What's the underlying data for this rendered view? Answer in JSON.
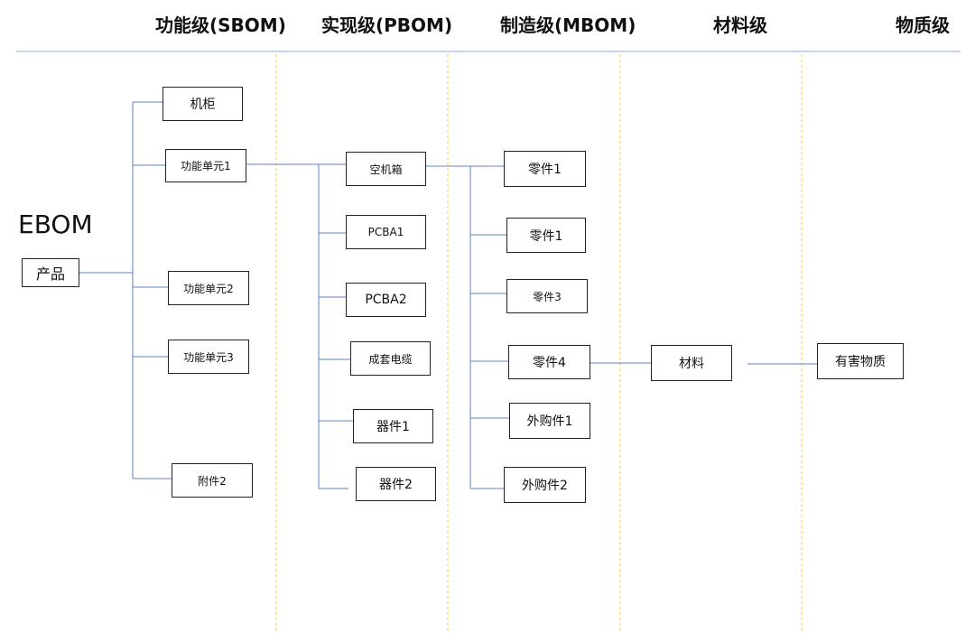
{
  "columns": [
    "功能级(SBOM)",
    "实现级(PBOM)",
    "制造级(MBOM)",
    "材料级",
    "物质级"
  ],
  "ebom_label": "EBOM",
  "root": "产品",
  "sbom_items": [
    "机柜",
    "功能单元1",
    "功能单元2",
    "功能单元3",
    "附件2"
  ],
  "pbom_items": [
    "空机箱",
    "PCBA1",
    "PCBA2",
    "成套电缆",
    "器件1",
    "器件2"
  ],
  "mbom_items": [
    "零件1",
    "零件1",
    "零件3",
    "零件4",
    "外购件1",
    "外购件2"
  ],
  "material": "材料",
  "substance": "有害物质"
}
